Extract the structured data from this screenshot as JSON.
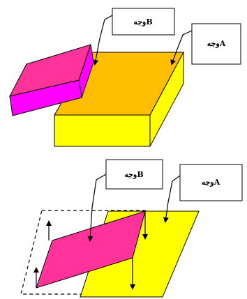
{
  "labels": {
    "face_b_top": "وجهB",
    "face_a_top": "وجهA",
    "face_b_bottom": "وجهB",
    "face_a_bottom": "وجهA"
  },
  "colors": {
    "magenta_top": "#ff3399",
    "magenta_side": "#ff00ff",
    "orange_top": "#ffbf00",
    "yellow": "#ffff00",
    "pink_face": "#ff3399",
    "outline": "#000000"
  }
}
